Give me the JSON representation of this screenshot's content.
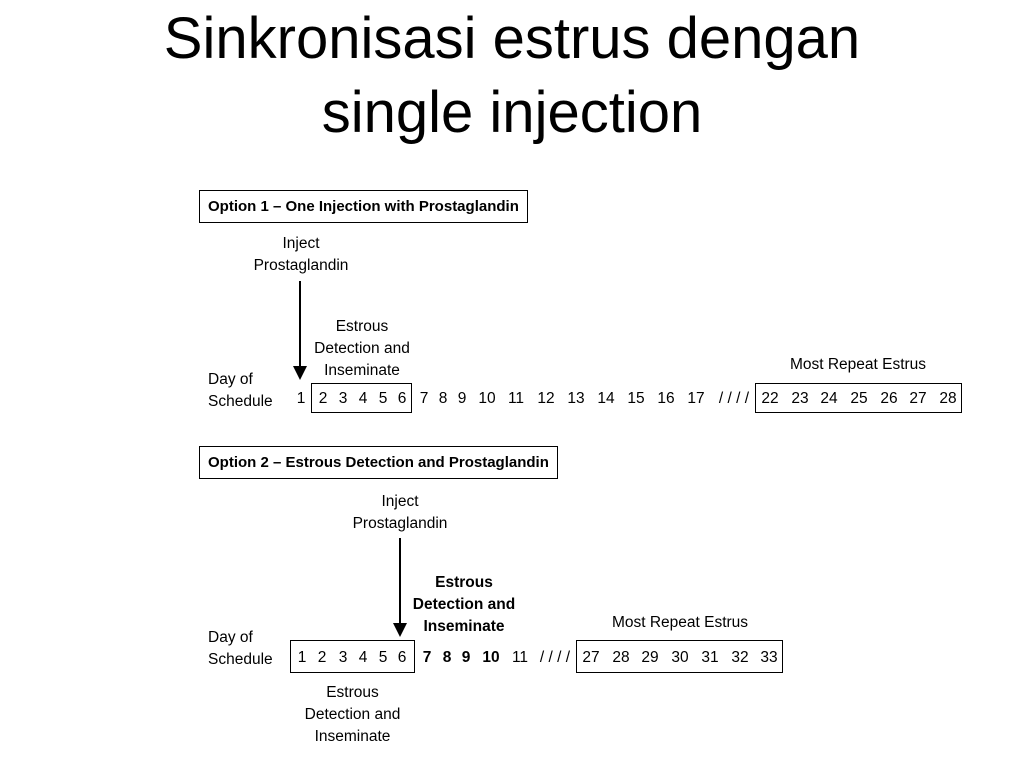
{
  "title": {
    "line1": "Sinkronisasi estrus dengan",
    "line2": "single injection"
  },
  "option1": {
    "heading": "Option 1 – One Injection with Prostaglandin",
    "inject_label": [
      "Inject",
      "Prostaglandin"
    ],
    "detection_label": [
      "Estrous",
      "Detection and",
      "Inseminate"
    ],
    "repeat_label": "Most Repeat Estrus",
    "schedule_label": [
      "Day of",
      "Schedule"
    ],
    "days": [
      "1",
      "2",
      "3",
      "4",
      "5",
      "6",
      "7",
      "8",
      "9",
      "10",
      "11",
      "12",
      "13",
      "14",
      "15",
      "16",
      "17",
      "/ / / /",
      "22",
      "23",
      "24",
      "25",
      "26",
      "27",
      "28"
    ]
  },
  "option2": {
    "heading": "Option 2 – Estrous Detection and Prostaglandin",
    "inject_label": [
      "Inject",
      "Prostaglandin"
    ],
    "detection_label_bold": [
      "Estrous",
      "Detection and",
      "Inseminate"
    ],
    "repeat_label": "Most Repeat Estrus",
    "schedule_label": [
      "Day of",
      "Schedule"
    ],
    "days": [
      "1",
      "2",
      "3",
      "4",
      "5",
      "6",
      "7",
      "8",
      "9",
      "10",
      "11",
      "/ / / /",
      "27",
      "28",
      "29",
      "30",
      "31",
      "32",
      "33"
    ],
    "bold_days": [
      "7",
      "8",
      "9",
      "10"
    ],
    "detection_label_below": [
      "Estrous",
      "Detection and",
      "Inseminate"
    ]
  }
}
